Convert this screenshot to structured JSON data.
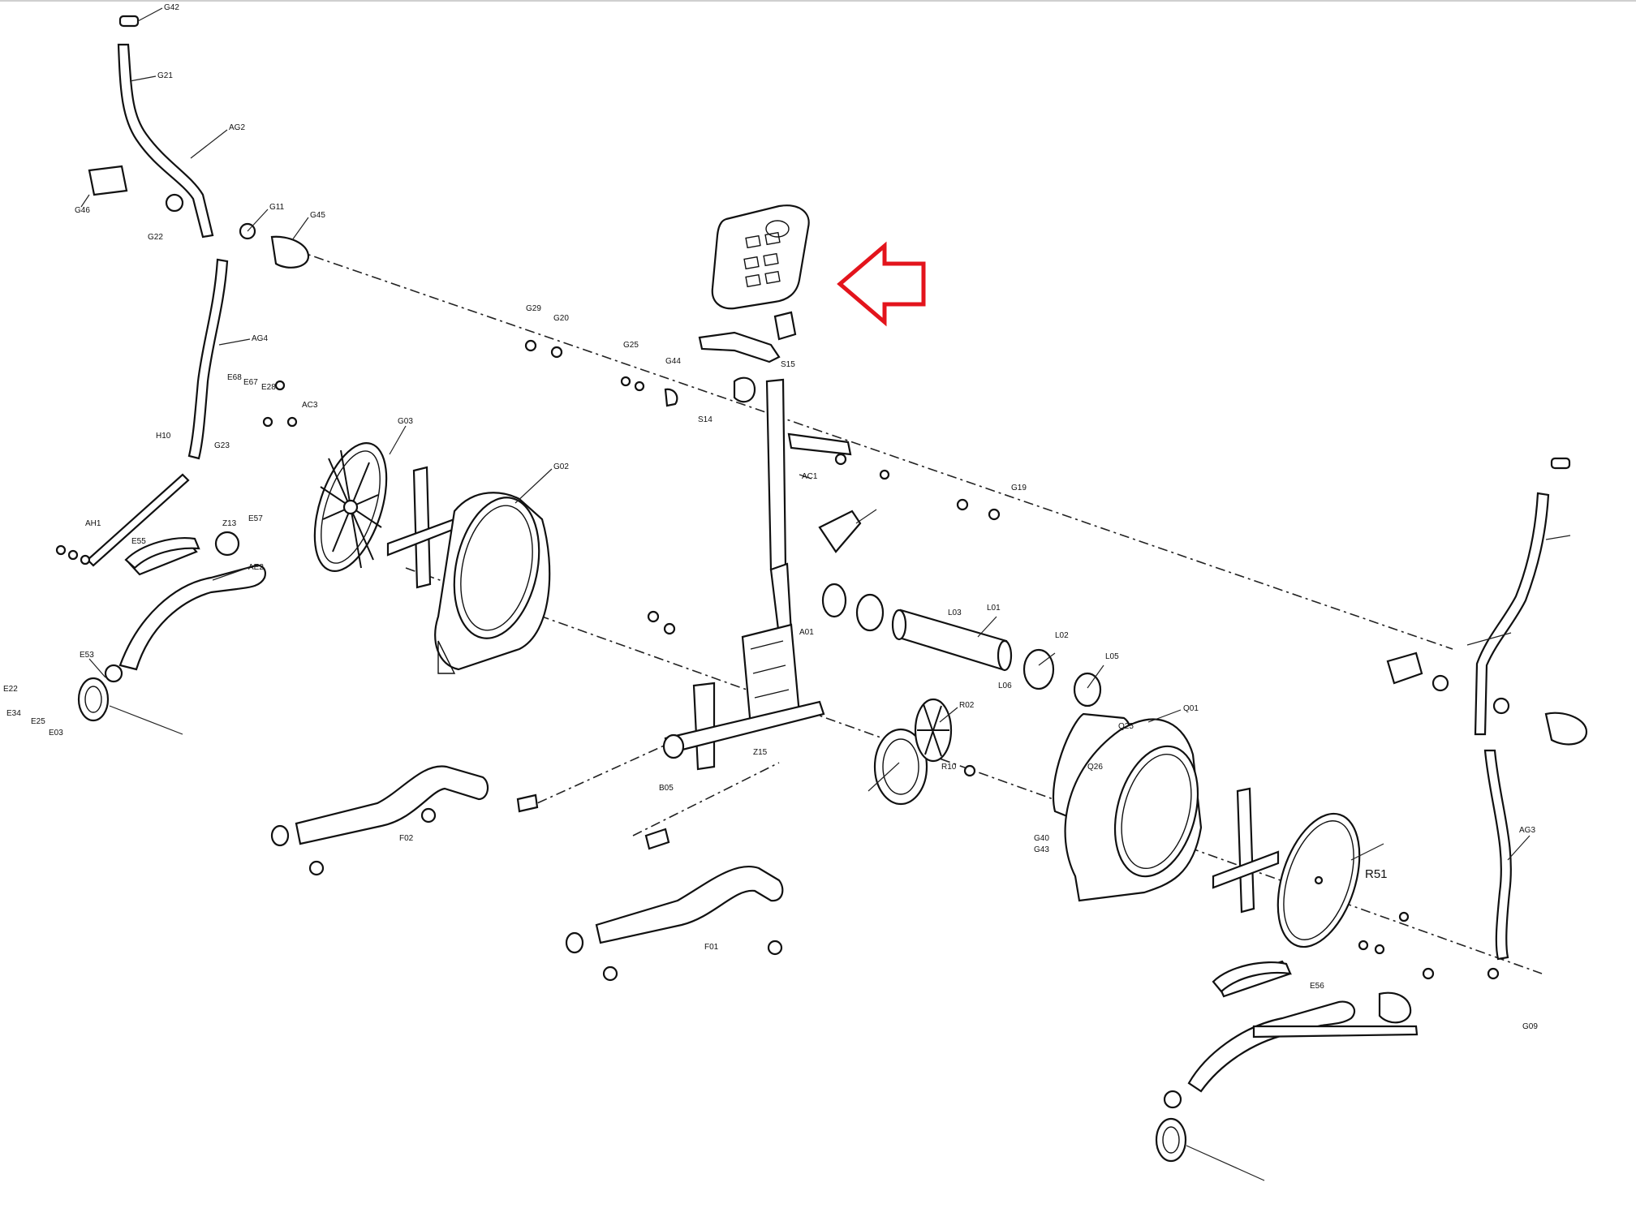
{
  "diagram": {
    "labels": {
      "G42": "G42",
      "G21": "G21",
      "AG2": "AG2",
      "G46": "G46",
      "G11": "G11",
      "G22": "G22",
      "G45": "G45",
      "G29": "G29",
      "G20": "G20",
      "G25": "G25",
      "G44": "G44",
      "AG4": "AG4",
      "E68": "E68",
      "E67": "E67",
      "E28": "E28",
      "AC3": "AC3",
      "G03": "G03",
      "G02": "G02",
      "H10": "H10",
      "G23": "G23",
      "AH1": "AH1",
      "E55": "E55",
      "E57": "E57",
      "E22": "E22",
      "E34": "E34",
      "E25": "E25",
      "E03": "E03",
      "E53": "E53",
      "AE2": "AE2",
      "Z13": "Z13",
      "F02": "F02",
      "F01": "F01",
      "A01": "A01",
      "AC1": "AC1",
      "S14": "S14",
      "S15": "S15",
      "G19": "G19",
      "L03": "L03",
      "L01": "L01",
      "L02": "L02",
      "L05": "L05",
      "L06": "L06",
      "Q01": "Q01",
      "Q25": "Q25",
      "Q26": "Q26",
      "R02": "R02",
      "R10": "R10",
      "R51": "R51",
      "G40": "G40",
      "G43": "G43",
      "Z15": "Z15",
      "E56": "E56",
      "G09": "G09",
      "B05": "B05",
      "AG3": "AG3"
    }
  }
}
